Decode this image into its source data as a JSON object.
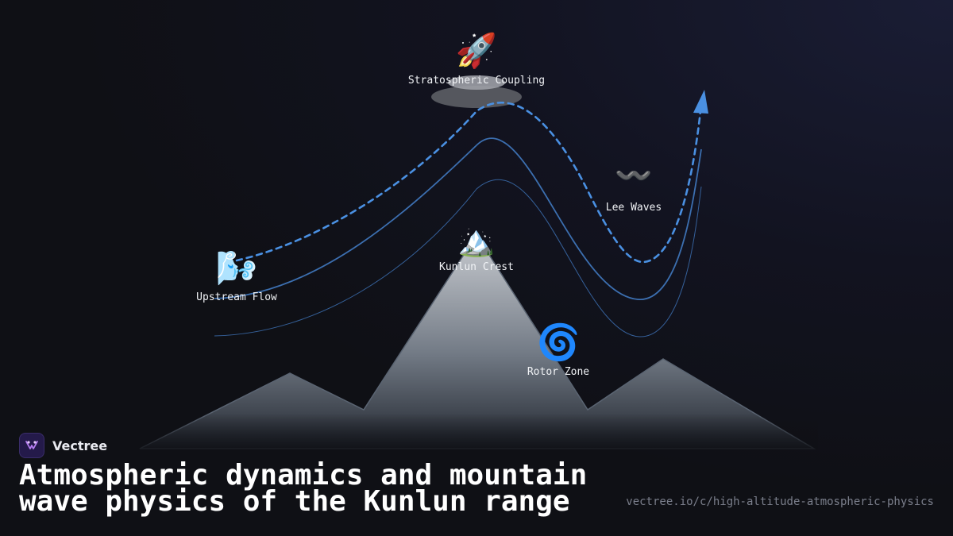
{
  "labels": {
    "stratospheric": {
      "text": "Stratospheric Coupling",
      "icon": "🚀"
    },
    "lee": {
      "text": "Lee Waves",
      "icon": "〰️"
    },
    "kunlun": {
      "text": "Kunlun Crest",
      "icon": "🏔️"
    },
    "upstream": {
      "text": "Upstream Flow",
      "icon": "🌬️"
    },
    "rotor": {
      "text": "Rotor Zone",
      "icon": "🌀"
    }
  },
  "brand": {
    "name": "Vectree"
  },
  "title": "Atmospheric dynamics and mountain wave physics of the Kunlun range",
  "url": "vectree.io/c/high-altitude-atmospheric-physics",
  "colors": {
    "accent": "#4a90e2",
    "streamline": "#3c6fb0",
    "mountain_top": "#c3c7cc",
    "mountain_bottom": "#262b33",
    "brand_logo": "#241a4a"
  }
}
